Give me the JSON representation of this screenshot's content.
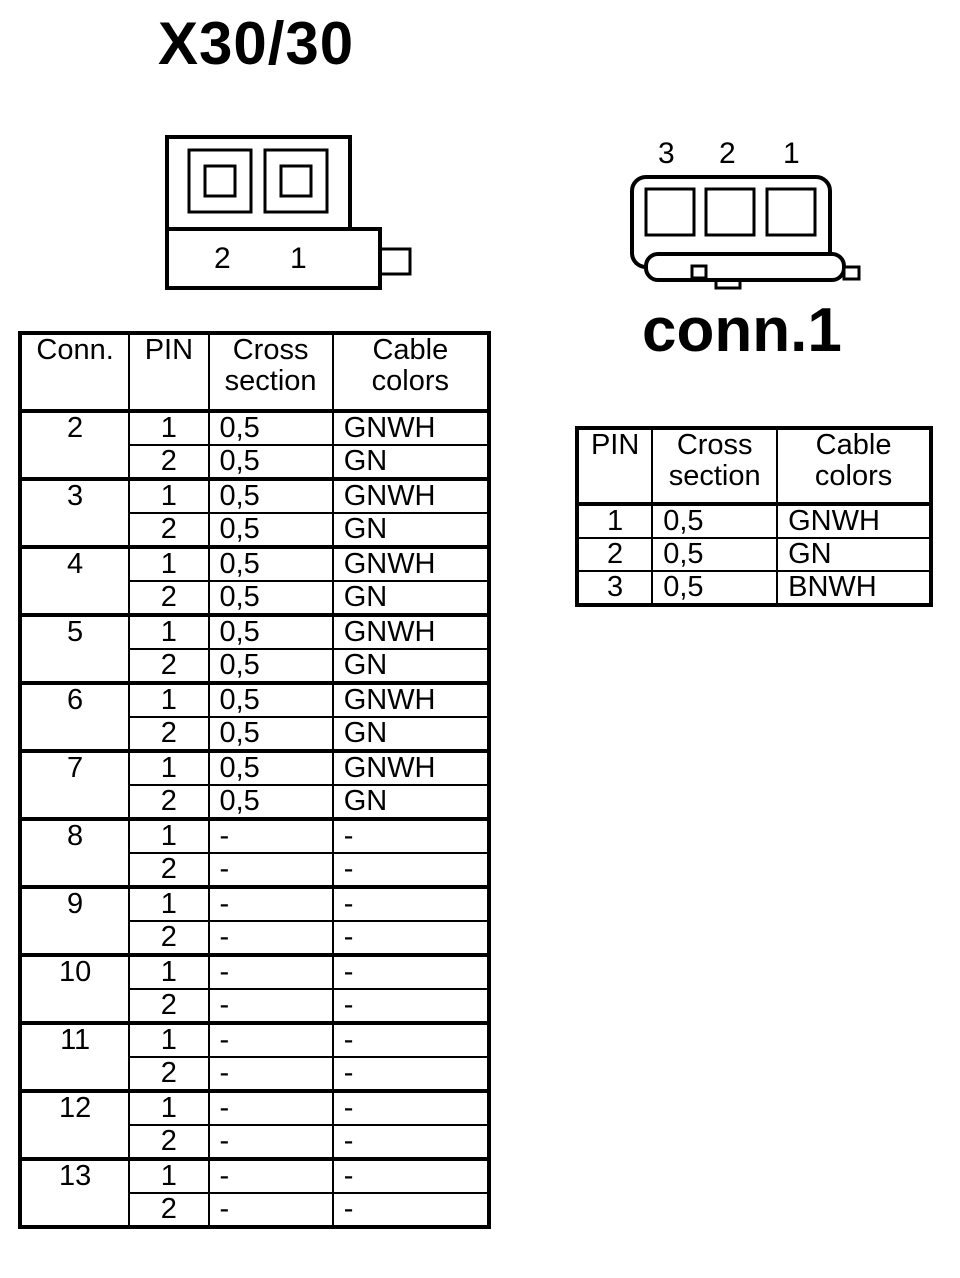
{
  "x30": {
    "title": "X30/30",
    "pin_labels": [
      "2",
      "1"
    ]
  },
  "conn1": {
    "title": "conn.1",
    "pin_labels": [
      "3",
      "2",
      "1"
    ]
  },
  "main_table": {
    "headers": {
      "conn": "Conn.",
      "pin": "PIN",
      "cross_section": "Cross section",
      "cable_colors": "Cable colors"
    },
    "groups": [
      {
        "conn": "2",
        "rows": [
          {
            "pin": "1",
            "cross_section": "0,5",
            "cable_colors": "GNWH"
          },
          {
            "pin": "2",
            "cross_section": "0,5",
            "cable_colors": "GN"
          }
        ]
      },
      {
        "conn": "3",
        "rows": [
          {
            "pin": "1",
            "cross_section": "0,5",
            "cable_colors": "GNWH"
          },
          {
            "pin": "2",
            "cross_section": "0,5",
            "cable_colors": "GN"
          }
        ]
      },
      {
        "conn": "4",
        "rows": [
          {
            "pin": "1",
            "cross_section": "0,5",
            "cable_colors": "GNWH"
          },
          {
            "pin": "2",
            "cross_section": "0,5",
            "cable_colors": "GN"
          }
        ]
      },
      {
        "conn": "5",
        "rows": [
          {
            "pin": "1",
            "cross_section": "0,5",
            "cable_colors": "GNWH"
          },
          {
            "pin": "2",
            "cross_section": "0,5",
            "cable_colors": "GN"
          }
        ]
      },
      {
        "conn": "6",
        "rows": [
          {
            "pin": "1",
            "cross_section": "0,5",
            "cable_colors": "GNWH"
          },
          {
            "pin": "2",
            "cross_section": "0,5",
            "cable_colors": "GN"
          }
        ]
      },
      {
        "conn": "7",
        "rows": [
          {
            "pin": "1",
            "cross_section": "0,5",
            "cable_colors": "GNWH"
          },
          {
            "pin": "2",
            "cross_section": "0,5",
            "cable_colors": "GN"
          }
        ]
      },
      {
        "conn": "8",
        "rows": [
          {
            "pin": "1",
            "cross_section": "-",
            "cable_colors": "-"
          },
          {
            "pin": "2",
            "cross_section": "-",
            "cable_colors": "-"
          }
        ]
      },
      {
        "conn": "9",
        "rows": [
          {
            "pin": "1",
            "cross_section": "-",
            "cable_colors": "-"
          },
          {
            "pin": "2",
            "cross_section": "-",
            "cable_colors": "-"
          }
        ]
      },
      {
        "conn": "10",
        "rows": [
          {
            "pin": "1",
            "cross_section": "-",
            "cable_colors": "-"
          },
          {
            "pin": "2",
            "cross_section": "-",
            "cable_colors": "-"
          }
        ]
      },
      {
        "conn": "11",
        "rows": [
          {
            "pin": "1",
            "cross_section": "-",
            "cable_colors": "-"
          },
          {
            "pin": "2",
            "cross_section": "-",
            "cable_colors": "-"
          }
        ]
      },
      {
        "conn": "12",
        "rows": [
          {
            "pin": "1",
            "cross_section": "-",
            "cable_colors": "-"
          },
          {
            "pin": "2",
            "cross_section": "-",
            "cable_colors": "-"
          }
        ]
      },
      {
        "conn": "13",
        "rows": [
          {
            "pin": "1",
            "cross_section": "-",
            "cable_colors": "-"
          },
          {
            "pin": "2",
            "cross_section": "-",
            "cable_colors": "-"
          }
        ]
      }
    ]
  },
  "conn1_table": {
    "headers": {
      "pin": "PIN",
      "cross_section": "Cross section",
      "cable_colors": "Cable colors"
    },
    "rows": [
      {
        "pin": "1",
        "cross_section": "0,5",
        "cable_colors": "GNWH"
      },
      {
        "pin": "2",
        "cross_section": "0,5",
        "cable_colors": "GN"
      },
      {
        "pin": "3",
        "cross_section": "0,5",
        "cable_colors": "BNWH"
      }
    ]
  }
}
